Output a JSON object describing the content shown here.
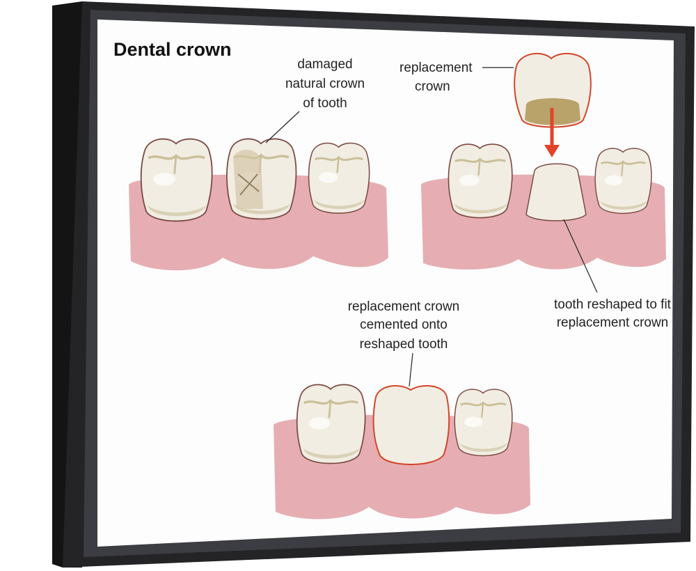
{
  "title": "Dental crown",
  "labels": {
    "damaged": [
      "damaged",
      "natural crown",
      "of tooth"
    ],
    "replacement_crown": [
      "replacement",
      "crown"
    ],
    "reshaped": [
      "tooth reshaped to fit",
      "replacement crown"
    ],
    "cemented": [
      "replacement crown",
      "cemented onto",
      "reshaped tooth"
    ]
  },
  "colors": {
    "frame": "#1c1c1e",
    "gum": "#e6aeb2",
    "tooth": "#f1ece0",
    "tooth_outline": "#7a4a44",
    "crown_outline": "#d2452a",
    "arrow": "#e2432a"
  }
}
